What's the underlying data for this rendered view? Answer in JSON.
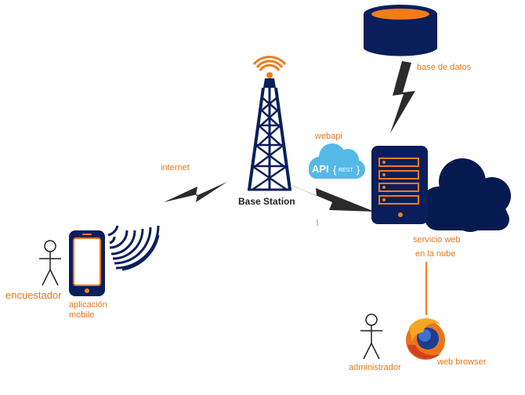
{
  "nodes": {
    "database": {
      "label": "base de datos"
    },
    "webapi": {
      "label": "webapi",
      "badge_main": "API",
      "badge_sub": "REST"
    },
    "tower": {
      "label": "Base Station"
    },
    "internet": {
      "label": "internet"
    },
    "cloud_server": {
      "label_line1": "servicio web",
      "label_line2": "en la nube"
    },
    "surveyor": {
      "label": "encuestador"
    },
    "mobile_app": {
      "label_line1": "aplicación",
      "label_line2": "mobile"
    },
    "admin": {
      "label": "administrador"
    },
    "browser": {
      "label": "web browser"
    }
  },
  "colors": {
    "label": "#e8761a",
    "primary": "#0a1e5c",
    "orange": "#f07c1a",
    "bolt": "#2b2b2b",
    "cloud": "#071a4f",
    "api_cloud": "#55b9e8"
  }
}
